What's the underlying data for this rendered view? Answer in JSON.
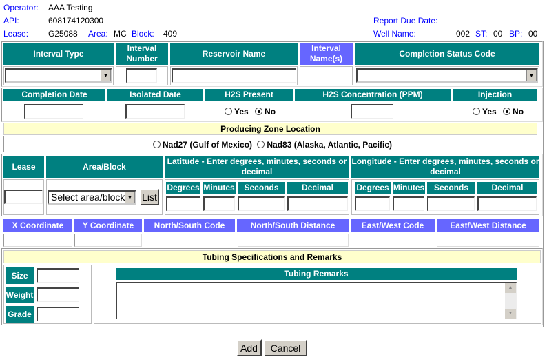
{
  "header": {
    "operator_label": "Operator:",
    "operator": "AAA Testing",
    "api_label": "API:",
    "api": "608174120300",
    "lease_label": "Lease:",
    "lease": "G25088",
    "area_label": "Area:",
    "area": "MC",
    "block_label": "Block:",
    "block": "409",
    "report_due_label": "Report Due Date:",
    "report_due": "",
    "well_name_label": "Well Name:",
    "well_name": "002",
    "st_label": "ST:",
    "st": "00",
    "bp_label": "BP:",
    "bp": "00"
  },
  "interval": {
    "interval_type": "Interval Type",
    "interval_number": "Interval Number",
    "reservoir_name": "Reservoir Name",
    "interval_names": "Interval Name(s)",
    "completion_status": "Completion Status Code"
  },
  "completion": {
    "completion_date": "Completion Date",
    "isolated_date": "Isolated Date",
    "h2s_present": "H2S Present",
    "h2s_conc": "H2S Concentration (PPM)",
    "injection": "Injection",
    "yes": "Yes",
    "no": "No",
    "h2s_selected": "No",
    "injection_selected": "No"
  },
  "zone": {
    "title": "Producing Zone Location",
    "nad27": "Nad27 (Gulf of Mexico)",
    "nad83": "Nad83 (Alaska, Atlantic, Pacific)"
  },
  "location": {
    "lease": "Lease",
    "area_block": "Area/Block",
    "area_select": "Select area/block",
    "list_button": "List",
    "latitude": "Latitude - Enter degrees, minutes, seconds or decimal",
    "longitude": "Longitude - Enter degrees, minutes, seconds or decimal",
    "degrees": "Degrees",
    "minutes": "Minutes",
    "seconds": "Seconds",
    "decimal": "Decimal"
  },
  "coords": {
    "x": "X Coordinate",
    "y": "Y Coordinate",
    "ns_code": "North/South Code",
    "ns_dist": "North/South Distance",
    "ew_code": "East/West Code",
    "ew_dist": "East/West Distance"
  },
  "tubing": {
    "title": "Tubing Specifications and Remarks",
    "size": "Size",
    "weight": "Weight",
    "grade": "Grade",
    "remarks": "Tubing Remarks"
  },
  "buttons": {
    "add": "Add",
    "cancel": "Cancel"
  },
  "colors": {
    "teal": "#008080",
    "purple": "#6666ff",
    "label_blue": "#0000ff",
    "yellow": "#ffffcc"
  }
}
